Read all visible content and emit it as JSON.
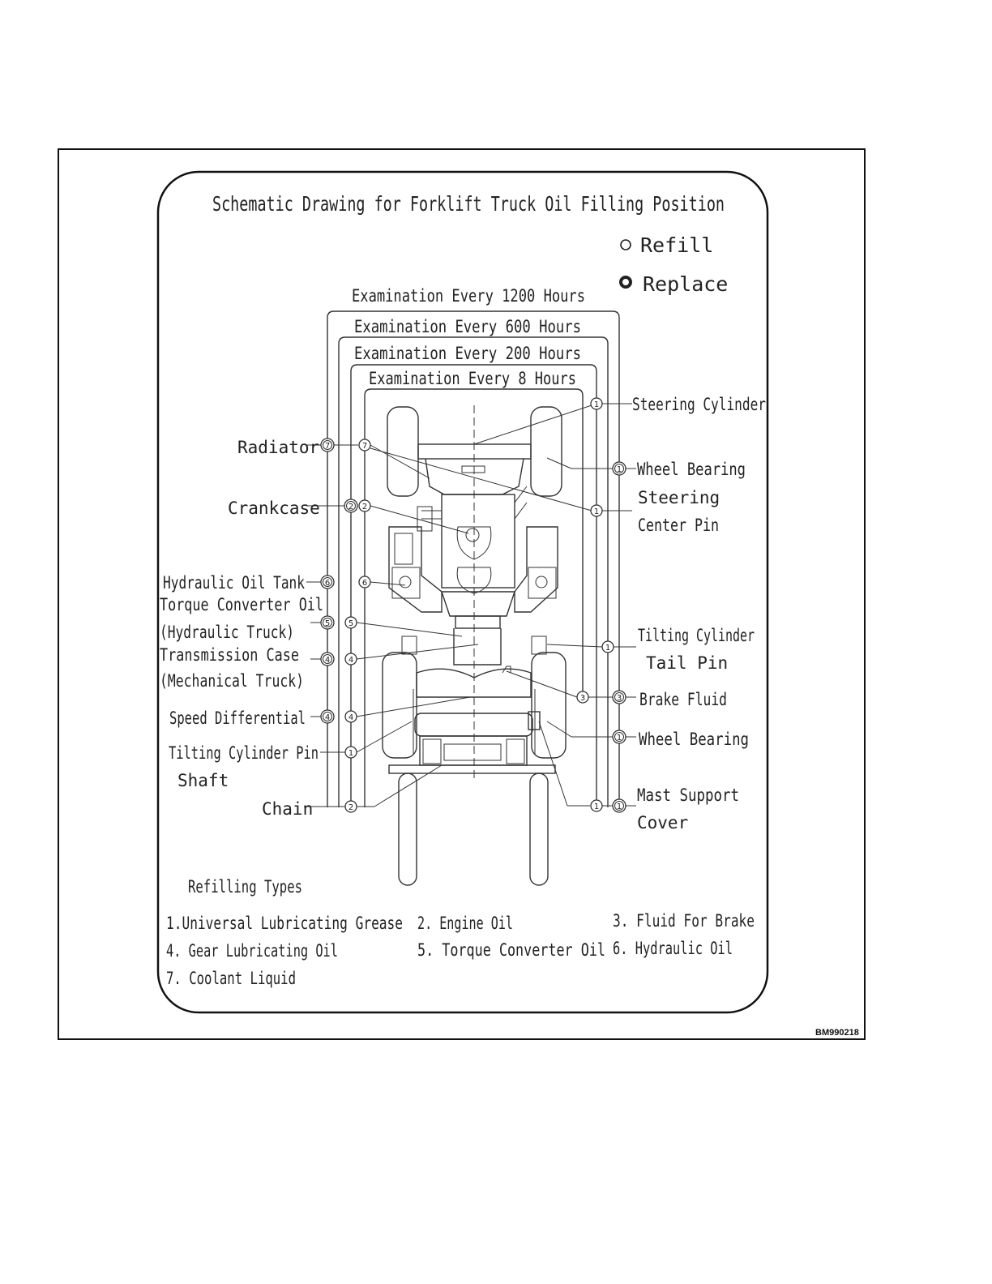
{
  "title": "Schematic Drawing for Forklift Truck Oil Filling Position",
  "legend": {
    "refill": "Refill",
    "replace": "Replace"
  },
  "intervals": [
    "Examination Every 1200 Hours",
    "Examination Every 600 Hours",
    "Examination Every 200 Hours",
    "Examination Every 8 Hours"
  ],
  "left_labels": {
    "radiator": "Radiator",
    "crankcase": "Crankcase",
    "hydraulic_tank": "Hydraulic Oil Tank",
    "torque_converter_1": "Torque Converter Oil",
    "torque_converter_2": "(Hydraulic Truck)",
    "transmission_1": "Transmission Case",
    "transmission_2": "(Mechanical Truck)",
    "speed_diff": "Speed Differential",
    "tilt_pin_1": "Tilting Cylinder Pin",
    "tilt_pin_2": "Shaft",
    "chain": "Chain"
  },
  "right_labels": {
    "steering_cyl": "Steering Cylinder",
    "wheel_bearing_top": "Wheel Bearing",
    "steering_pin_1": "Steering",
    "steering_pin_2": "Center Pin",
    "tilt_tail_1": "Tilting Cylinder",
    "tilt_tail_2": "Tail Pin",
    "brake_fluid": "Brake Fluid",
    "wheel_bearing_bottom": "Wheel Bearing",
    "mast_1": "Mast Support",
    "mast_2": "Cover"
  },
  "marker_numbers": {
    "radiator": "7",
    "crankcase": "2",
    "hydraulic_tank": "6",
    "torque_converter": "5",
    "transmission": "4",
    "speed_diff": "4",
    "tilt_pin": "1",
    "chain": "2",
    "steering_cyl": "1",
    "wheel_bearing_top": "1",
    "steering_pin": "1",
    "tilt_tail": "1",
    "brake_fluid": "3",
    "wheel_bearing_bottom": "1",
    "mast": "1"
  },
  "refilling": {
    "heading": "Refilling Types",
    "t1": "1.Universal Lubricating Grease",
    "t2": "2. Engine Oil",
    "t3": "3. Fluid For Brake",
    "t4": "4. Gear Lubricating Oil",
    "t5": "5. Torque Converter Oil",
    "t6": "6. Hydraulic Oil",
    "t7": "7. Coolant Liquid"
  },
  "figure_id": "BM990218"
}
